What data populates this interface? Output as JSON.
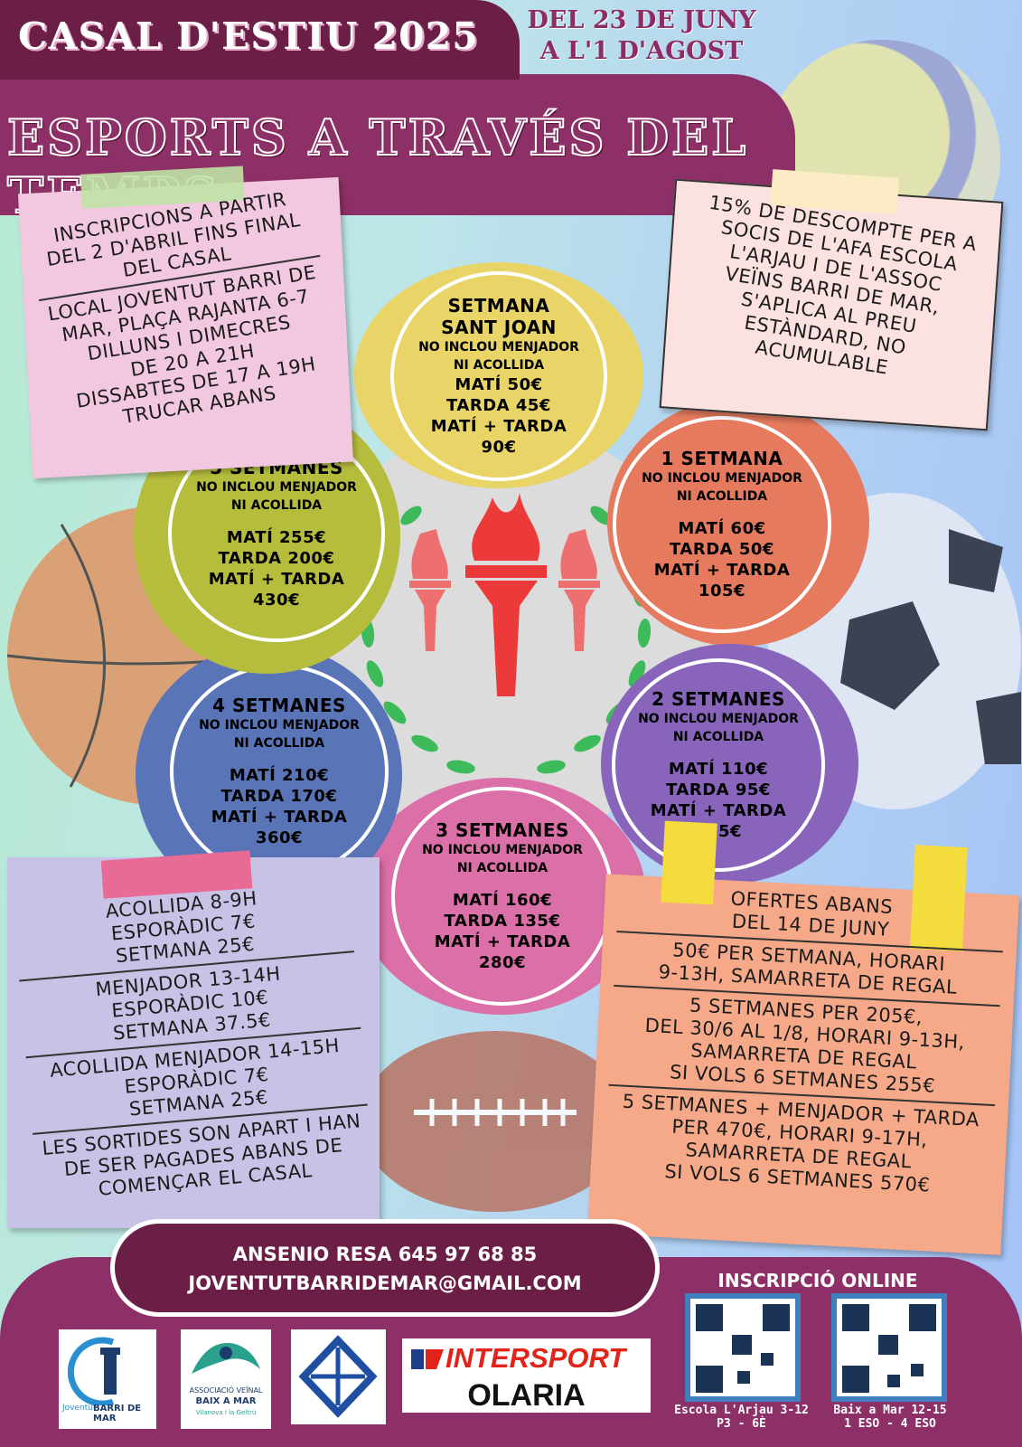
{
  "header": {
    "title": "CASAL D'ESTIU 2025",
    "dates_line1": "DEL 23 DE JUNY",
    "dates_line2": "A L'1 D'AGOST",
    "subtitle": "ESPORTS A TRAVÉS DEL TEMPS"
  },
  "note_inscriptions": {
    "line1": "INSCRIPCIONS A PARTIR",
    "line2": "DEL 2 D'ABRIL FINS FINAL",
    "line3": "DEL CASAL",
    "line4": "LOCAL JOVENTUT BARRI DE",
    "line5": "MAR, PLAÇA RAJANTA 6-7",
    "line6": "DILLUNS I DIMECRES",
    "line7": "DE 20 A 21H",
    "line8": "DISSABTES DE 17 A 19H",
    "line9": "TRUCAR ABANS"
  },
  "note_discount": {
    "line1": "15% DE DESCOMPTE PER A",
    "line2": "SOCIS DE L'AFA ESCOLA",
    "line3": "L'ARJAU I DE L'ASSOC",
    "line4": "VEÏNS BARRI DE MAR,",
    "line5": "S'APLICA AL PREU",
    "line6": "ESTÀNDARD, NO",
    "line7": "ACUMULABLE"
  },
  "circles": {
    "sant_joan": {
      "title1": "SETMANA",
      "title2": "SANT JOAN",
      "sub1": "NO INCLOU MENJADOR",
      "sub2": "NI ACOLLIDA",
      "p1": "MATÍ 50€",
      "p2": "TARDA 45€",
      "p3": "MATÍ + TARDA",
      "p4": "90€"
    },
    "one": {
      "title": "1 SETMANA",
      "sub1": "NO INCLOU MENJADOR",
      "sub2": "NI ACOLLIDA",
      "p1": "MATÍ 60€",
      "p2": "TARDA 50€",
      "p3": "MATÍ + TARDA",
      "p4": "105€"
    },
    "two": {
      "title": "2 SETMANES",
      "sub1": "NO INCLOU MENJADOR",
      "sub2": "NI ACOLLIDA",
      "p1": "MATÍ 110€",
      "p2": "TARDA 95€",
      "p3": "MATÍ + TARDA",
      "p4": "195€"
    },
    "three": {
      "title": "3 SETMANES",
      "sub1": "NO INCLOU MENJADOR",
      "sub2": "NI ACOLLIDA",
      "p1": "MATÍ 160€",
      "p2": "TARDA 135€",
      "p3": "MATÍ + TARDA",
      "p4": "280€"
    },
    "four": {
      "title": "4 SETMANES",
      "sub1": "NO INCLOU MENJADOR",
      "sub2": "NI ACOLLIDA",
      "p1": "MATÍ 210€",
      "p2": "TARDA 170€",
      "p3": "MATÍ + TARDA",
      "p4": "360€"
    },
    "five": {
      "title": "5 SETMANES",
      "sub1": "NO INCLOU MENJADOR",
      "sub2": "NI ACOLLIDA",
      "p1": "MATÍ 255€",
      "p2": "TARDA 200€",
      "p3": "MATÍ + TARDA",
      "p4": "430€"
    }
  },
  "note_services": {
    "a1": "ACOLLIDA 8-9H",
    "a2": "ESPORÀDIC 7€",
    "a3": "SETMANA 25€",
    "b1": "MENJADOR 13-14H",
    "b2": "ESPORÀDIC 10€",
    "b3": "SETMANA 37.5€",
    "c1": "ACOLLIDA MENJADOR 14-15H",
    "c2": "ESPORÀDIC 7€",
    "c3": "SETMANA 25€",
    "d1": "LES SORTIDES SON APART I HAN",
    "d2": "DE SER PAGADES ABANS DE",
    "d3": "COMENÇAR EL CASAL"
  },
  "note_offers": {
    "h1": "OFERTES ABANS",
    "h2": "DEL 14 DE JUNY",
    "a1": "50€ PER SETMANA, HORARI",
    "a2": "9-13H, SAMARRETA DE REGAL",
    "b1": "5 SETMANES PER 205€,",
    "b2": "DEL 30/6 AL 1/8, HORARI 9-13H,",
    "b3": "SAMARRETA DE REGAL",
    "b4": "SI VOLS 6 SETMANES 255€",
    "c1": "5 SETMANES + MENJADOR + TARDA",
    "c2": "PER 470€, HORARI 9-17H,",
    "c3": "SAMARRETA DE REGAL",
    "c4": "SI VOLS 6 SETMANES 570€"
  },
  "contact": {
    "name_phone": "ANSENIO RESA  645 97 68 85",
    "email": "JOVENTUTBARRIDEMAR@GMAIL.COM"
  },
  "footer": {
    "online_label": "INSCRIPCIÓ ONLINE",
    "qr1_caption1": "Escola L'Arjau 3-12",
    "qr1_caption2": "P3 - 6È",
    "qr2_caption1": "Baix a Mar 12-15",
    "qr2_caption2": "1 ESO - 4 ESO",
    "logo_bdm_text": "BARRI DE MAR",
    "logo_bdm_small": "Joventut",
    "logo_bam_line1": "ASSOCIACIÓ VEÏNAL",
    "logo_bam_line2": "BAIX A MAR",
    "logo_bam_line3": "Vilanova i la Geltrú",
    "intersport": "INTERSPORT",
    "olaria": "OLARIA"
  },
  "colors": {
    "maroon": "#6c1f46",
    "magenta": "#8e3068",
    "yellow_circle": "#e9d468",
    "orange_circle": "#e57a5e",
    "purple_circle": "#8865bb",
    "pink_circle": "#db6fa8",
    "blue_circle": "#5a74b8",
    "olive_circle": "#b6bd3c"
  }
}
